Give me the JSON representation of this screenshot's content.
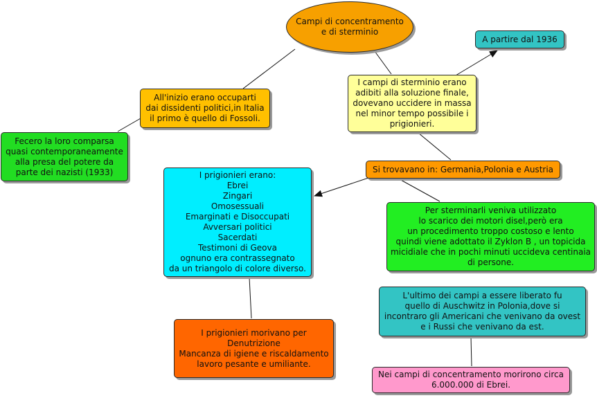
{
  "title": {
    "text": "Campi di concentramento\ne di sterminio",
    "color": "#f7a000"
  },
  "nodes": {
    "inizio": {
      "text": "All'inizio erano occuparti\ndai dissidenti politici,in Italia\nil primo è quello di Fossoli.",
      "color": "#ffc000"
    },
    "fecero": {
      "text": "Fecero la loro comparsa\nquasi contemporaneamente\nalla presa del potere da\nparte dei nazisti (1933)",
      "color": "#22dd22"
    },
    "apartire": {
      "text": "A partire dal 1936",
      "color": "#33c4c4"
    },
    "sterminio": {
      "text": "I campi di sterminio erano\nadibiti alla soluzione finale,\ndovevano uccidere in massa\nnel minor tempo possibile i\nprigionieri.",
      "color": "#ffff99"
    },
    "trovavano": {
      "text": "Si trovavano in: Germania,Polonia e Austria",
      "color": "#ff9900"
    },
    "prigionieri": {
      "text": "I prigionieri erano:\nEbrei\nZingari\nOmosessuali\nEmarginati e Disoccupati\nAvversari politici\nSacerdati\nTestimoni di Geova\nognuno era contrassegnato\nda un triangolo di colore diverso.",
      "color": "#00eeff"
    },
    "sterminarli": {
      "text": "Per sterminarli veniva utilizzato\nlo scarico dei motori disel,però era\nun procedimento troppo costoso e lento\nquindi viene adottato il Zyklon B , un topicida\nmicidiale che in pochi minuti uccideva centinaia\ndi persone.",
      "color": "#22ee22"
    },
    "ultimo": {
      "text": "L'ultimo dei campi a essere liberato fu\nquello di Auschwitz in Polonia,dove si\nincontraro gli Americani che venivano da ovest\ne i Russi che venivano da est.",
      "color": "#33c4c4"
    },
    "morivano": {
      "text": "I prigionieri morivano per\nDenutrizione\nMancanza di igiene e riscaldamento\nlavoro pesante e umiliante.",
      "color": "#ff6600"
    },
    "morirono": {
      "text": "Nei campi di concentramento  morirono circa\n6.000.000 di Ebrei.",
      "color": "#ff99cc"
    }
  }
}
